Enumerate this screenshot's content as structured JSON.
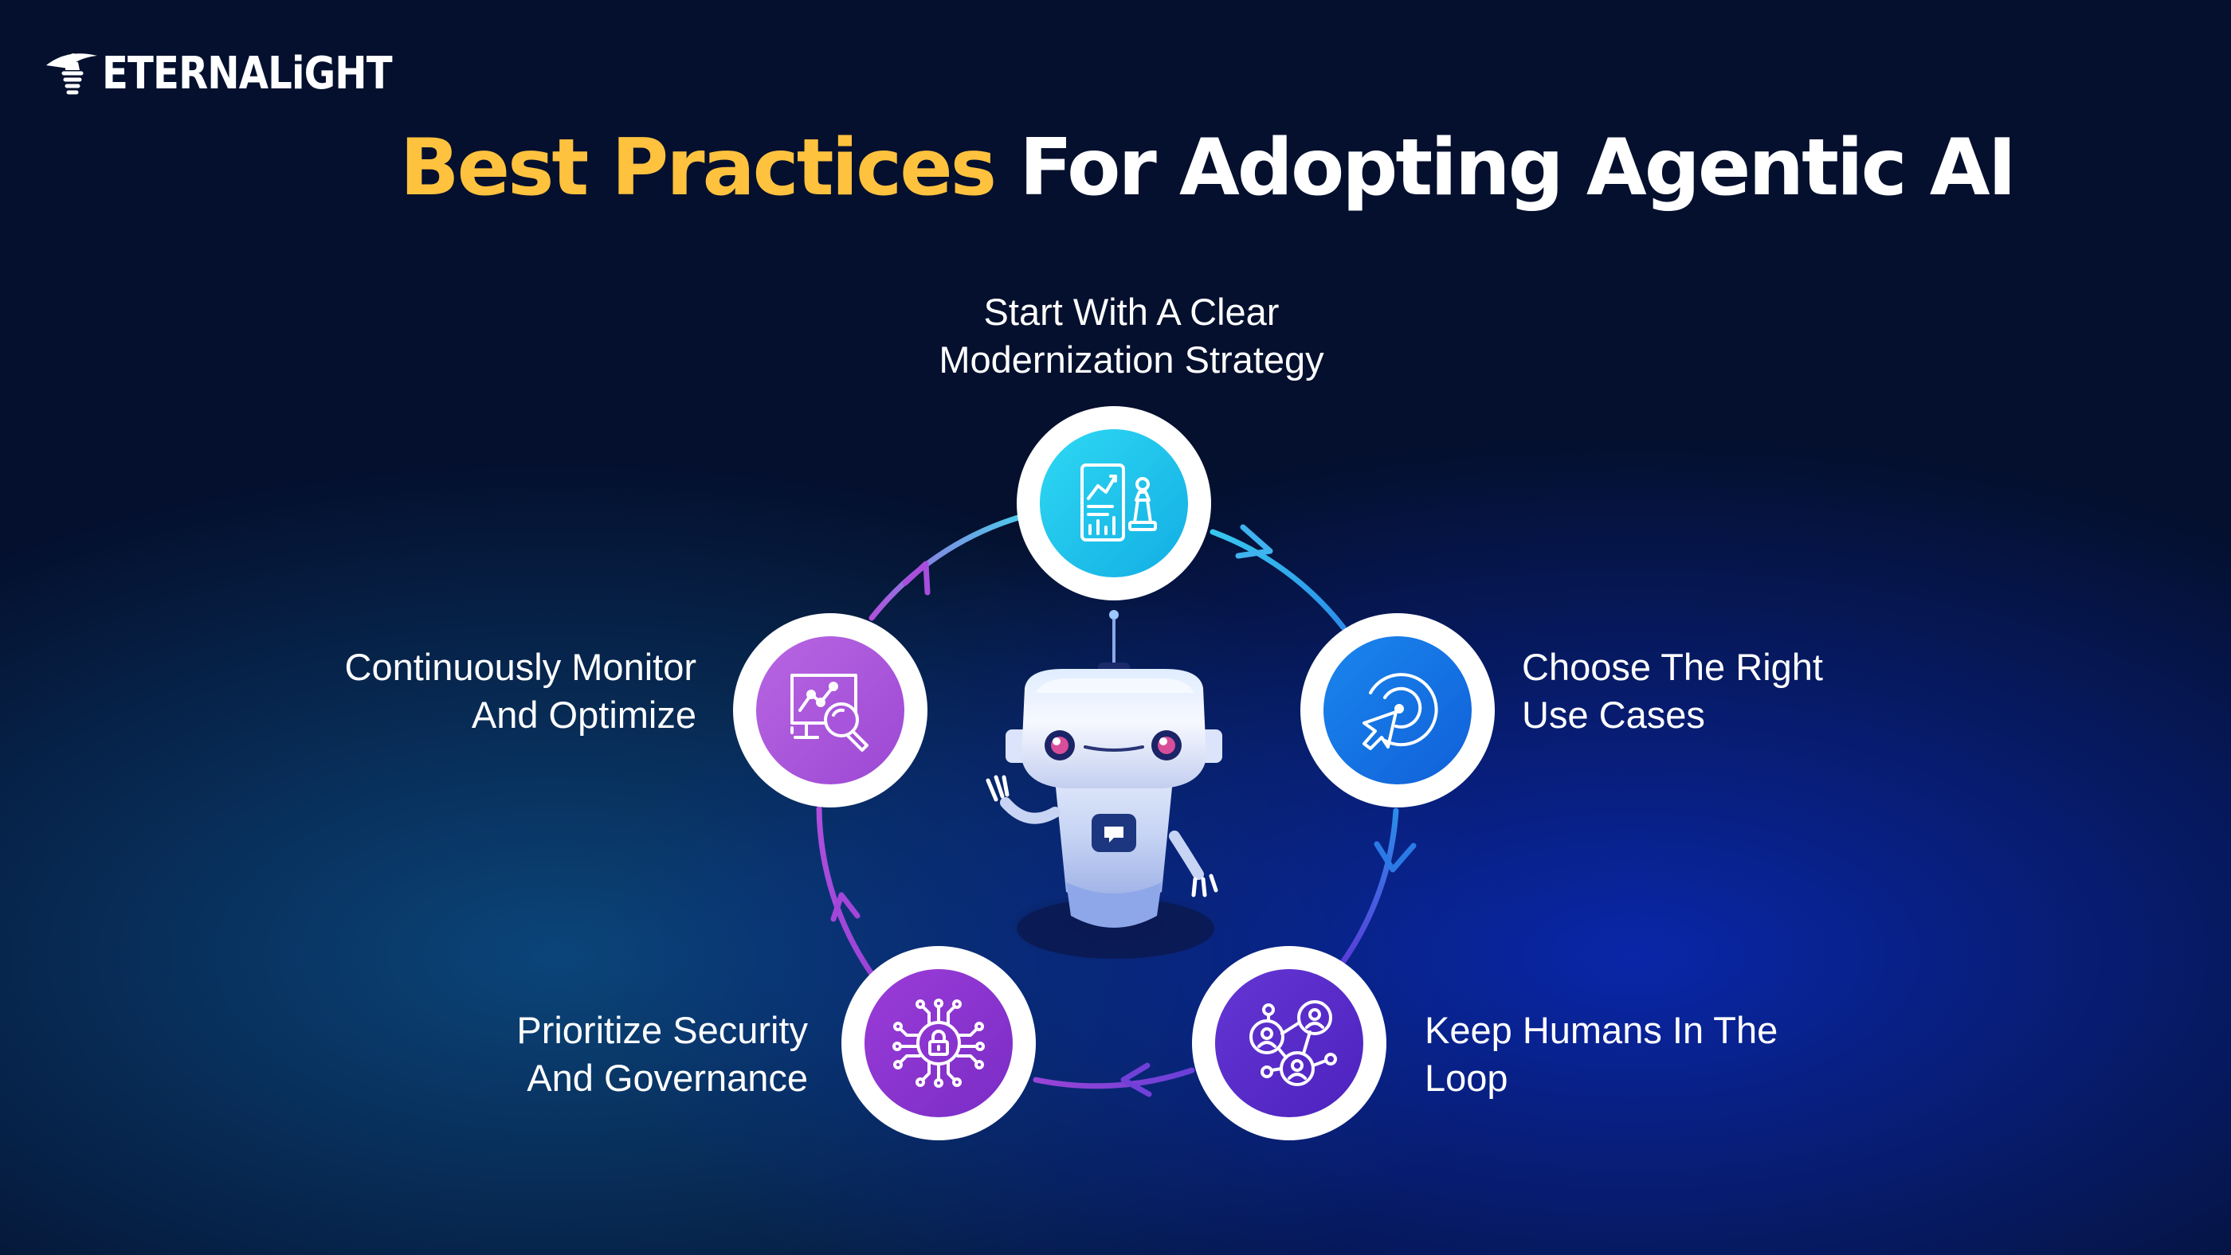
{
  "brand": {
    "name": "ETERNALiGHT"
  },
  "title": {
    "highlight": "Best Practices",
    "rest": "For Adopting Agentic AI"
  },
  "steps": [
    {
      "line1": "Start With A Clear",
      "line2": "Modernization Strategy",
      "icon": "strategy-chart-chess-icon",
      "color": "#1fc3ec"
    },
    {
      "line1": "Choose The Right",
      "line2": "Use Cases",
      "icon": "target-cursor-icon",
      "color": "#1573e4"
    },
    {
      "line1": "Keep Humans In The",
      "line2": "Loop",
      "icon": "people-network-icon",
      "color": "#5a2dc9"
    },
    {
      "line1": "Prioritize Security",
      "line2": "And Governance",
      "icon": "circuit-lock-icon",
      "color": "#8a33d0"
    },
    {
      "line1": "Continuously Monitor",
      "line2": "And Optimize",
      "icon": "monitor-magnifier-icon",
      "color": "#ad55dc"
    }
  ],
  "colors": {
    "title_highlight": "#ffc23e",
    "background": "#04102e"
  }
}
